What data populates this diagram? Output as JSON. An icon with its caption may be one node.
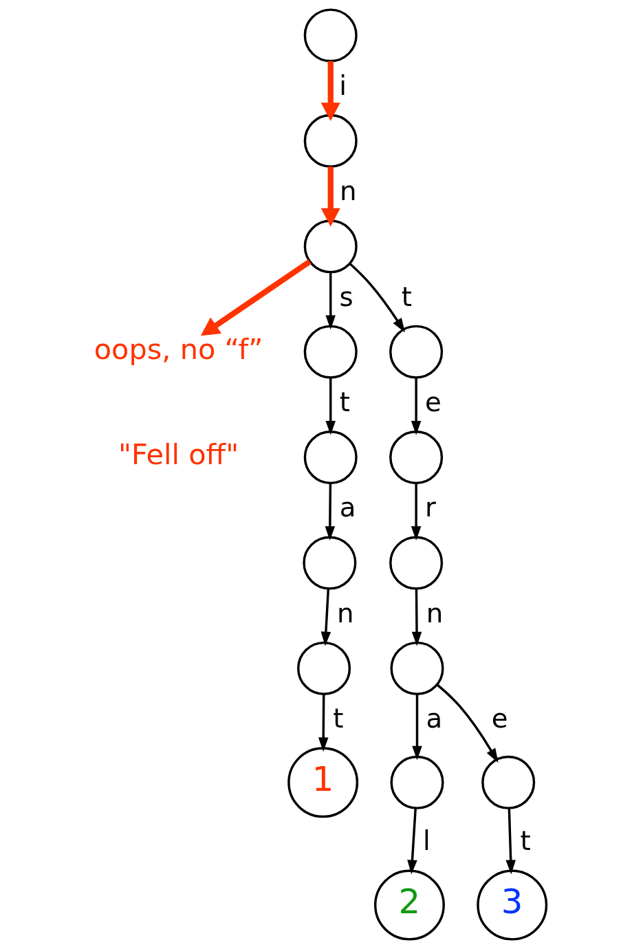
{
  "diagram": {
    "nodes": [
      {
        "text": [],
        "shape": "circle"
      },
      {
        "text": [],
        "shape": "circle"
      },
      {
        "text": [],
        "shape": "circle"
      },
      {
        "text": [
          "oops, no “f”"
        ]
      },
      {
        "text": [],
        "shape": "circle"
      },
      {
        "text": [],
        "shape": "circle"
      },
      {
        "text": [],
        "shape": "circle"
      },
      {
        "text": [],
        "shape": "circle"
      },
      {
        "text": [],
        "shape": "circle"
      },
      {
        "text": [],
        "shape": "circle"
      },
      {
        "text": [],
        "shape": "circle"
      },
      {
        "text": [],
        "shape": "circle"
      },
      {
        "text": [
          "1"
        ]
      },
      {
        "text": [],
        "shape": "circle"
      },
      {
        "text": [],
        "shape": "circle"
      },
      {
        "text": [
          "2"
        ]
      },
      {
        "text": [
          "3"
        ]
      }
    ],
    "edges": [
      {
        "from": 0,
        "to": 1,
        "arrow": "to",
        "label": "i",
        "style": "thick",
        "color": "#ff3300"
      },
      {
        "from": 1,
        "to": 2,
        "arrow": "to",
        "label": "n",
        "style": "thick",
        "color": "#ff3300"
      },
      {
        "from": 2,
        "to": 3,
        "arrow": "to",
        "style": "thick",
        "color": "#ff3300"
      },
      {
        "from": 2,
        "to": 4,
        "arrow": "to",
        "label": "s"
      },
      {
        "from": 2,
        "to": 5,
        "arrow": "to",
        "label": "t"
      },
      {
        "from": 4,
        "to": 6,
        "arrow": "to",
        "label": "t"
      },
      {
        "from": 5,
        "to": 7,
        "arrow": "to",
        "label": "e"
      },
      {
        "from": 6,
        "to": 8,
        "arrow": "to",
        "label": "a"
      },
      {
        "from": 7,
        "to": 9,
        "arrow": "to",
        "label": "r"
      },
      {
        "from": 8,
        "to": 10,
        "arrow": "to",
        "label": "n"
      },
      {
        "from": 9,
        "to": 11,
        "arrow": "to",
        "label": "n"
      },
      {
        "from": 10,
        "to": 12,
        "arrow": "to",
        "label": "t"
      },
      {
        "from": 11,
        "to": 13,
        "arrow": "to",
        "label": "a"
      },
      {
        "from": 11,
        "to": 14,
        "arrow": "to",
        "label": "e"
      },
      {
        "from": 13,
        "to": 15,
        "arrow": "to",
        "label": "l"
      },
      {
        "from": 14,
        "to": 16,
        "arrow": "to",
        "label": "t"
      }
    ],
    "labels": [
      "\"Fell off\""
    ]
  }
}
